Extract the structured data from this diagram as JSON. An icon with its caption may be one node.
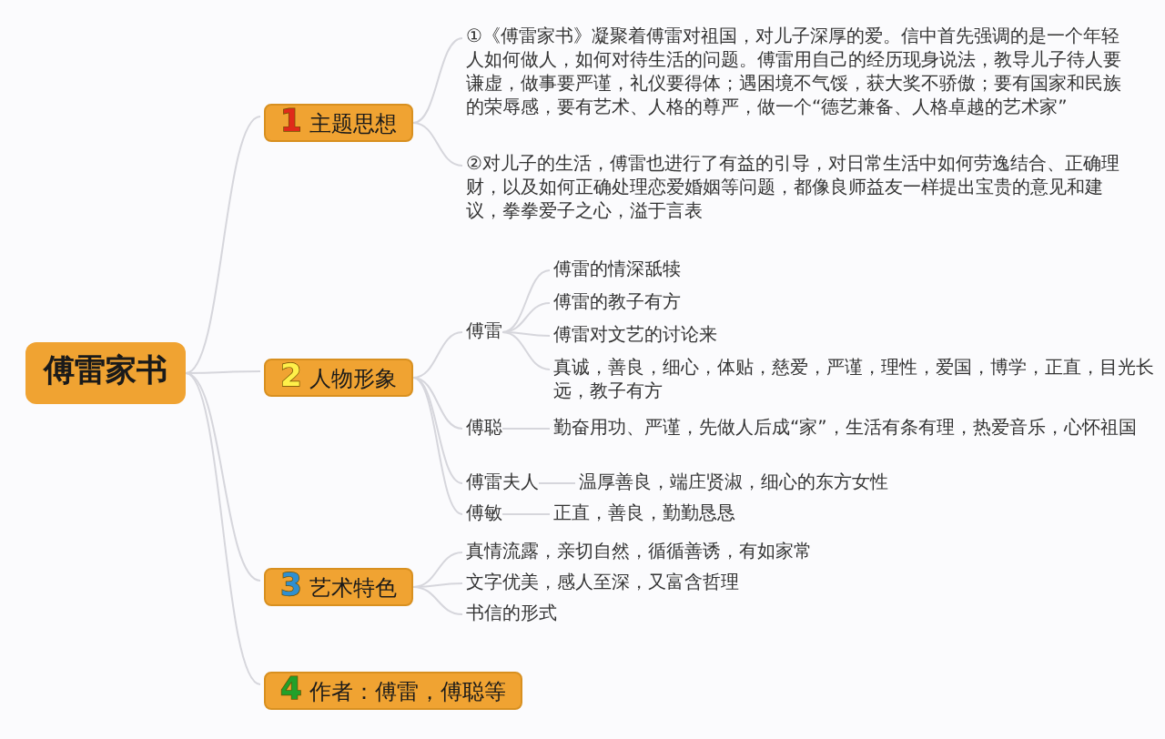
{
  "diagram": {
    "nodes": [
      {
        "text": [
          "傅雷家书"
        ]
      },
      {
        "text": [
          "1",
          "主题思想"
        ]
      },
      {
        "text": [
          "①《傅雷家书》凝聚着傅雷对祖国，对儿子深厚的爱。信中首先强调的是一个年轻人如何做人，如何对待生活的问题。傅雷用自己的经历现身说法，教导儿子待人要谦虚，做事要严谨，礼仪要得体；遇困境不气馁，获大奖不骄傲；要有国家和民族的荣辱感，要有艺术、人格的尊严，做一个“德艺兼备、人格卓越的艺术家”"
        ]
      },
      {
        "text": [
          "②对儿子的生活，傅雷也进行了有益的引导，对日常生活中如何劳逸结合、正确理财，以及如何正确处理恋爱婚姻等问题，都像良师益友一样提出宝贵的意见和建议，拳拳爱子之心，溢于言表"
        ]
      },
      {
        "text": [
          "2",
          "人物形象"
        ]
      },
      {
        "text": [
          "傅雷"
        ]
      },
      {
        "text": [
          "傅雷的情深舐犊"
        ]
      },
      {
        "text": [
          "傅雷的教子有方"
        ]
      },
      {
        "text": [
          "傅雷对文艺的讨论来"
        ]
      },
      {
        "text": [
          "真诚，善良，细心，体贴，慈爱，严谨，理性，爱国，博学，正直，目光长远，教子有方"
        ]
      },
      {
        "text": [
          "傅聪"
        ]
      },
      {
        "text": [
          "勤奋用功、严谨，先做人后成“家”，生活有条有理，热爱音乐，心怀祖国"
        ]
      },
      {
        "text": [
          "傅雷夫人"
        ]
      },
      {
        "text": [
          "温厚善良，端庄贤淑，细心的东方女性"
        ]
      },
      {
        "text": [
          "傅敏"
        ]
      },
      {
        "text": [
          "正直，善良，勤勤恳恳"
        ]
      },
      {
        "text": [
          "3",
          "艺术特色"
        ]
      },
      {
        "text": [
          "真情流露，亲切自然，循循善诱，有如家常"
        ]
      },
      {
        "text": [
          "文字优美，感人至深，又富含哲理"
        ]
      },
      {
        "text": [
          "书信的形式"
        ]
      },
      {
        "text": [
          "4",
          "作者：傅雷，傅聪等"
        ]
      }
    ],
    "edges": [
      {
        "from": 0,
        "to": 1,
        "arrow": "none"
      },
      {
        "from": 0,
        "to": 4,
        "arrow": "none"
      },
      {
        "from": 0,
        "to": 16,
        "arrow": "none"
      },
      {
        "from": 0,
        "to": 20,
        "arrow": "none"
      },
      {
        "from": 1,
        "to": 2,
        "arrow": "none"
      },
      {
        "from": 1,
        "to": 3,
        "arrow": "none"
      },
      {
        "from": 4,
        "to": 5,
        "arrow": "none"
      },
      {
        "from": 4,
        "to": 10,
        "arrow": "none"
      },
      {
        "from": 4,
        "to": 12,
        "arrow": "none"
      },
      {
        "from": 4,
        "to": 14,
        "arrow": "none"
      },
      {
        "from": 5,
        "to": 6,
        "arrow": "none"
      },
      {
        "from": 5,
        "to": 7,
        "arrow": "none"
      },
      {
        "from": 5,
        "to": 8,
        "arrow": "none"
      },
      {
        "from": 5,
        "to": 9,
        "arrow": "none"
      },
      {
        "from": 10,
        "to": 11,
        "arrow": "none"
      },
      {
        "from": 12,
        "to": 13,
        "arrow": "none"
      },
      {
        "from": 14,
        "to": 15,
        "arrow": "none"
      },
      {
        "from": 16,
        "to": 17,
        "arrow": "none"
      },
      {
        "from": 16,
        "to": 18,
        "arrow": "none"
      },
      {
        "from": 16,
        "to": 19,
        "arrow": "none"
      }
    ]
  }
}
